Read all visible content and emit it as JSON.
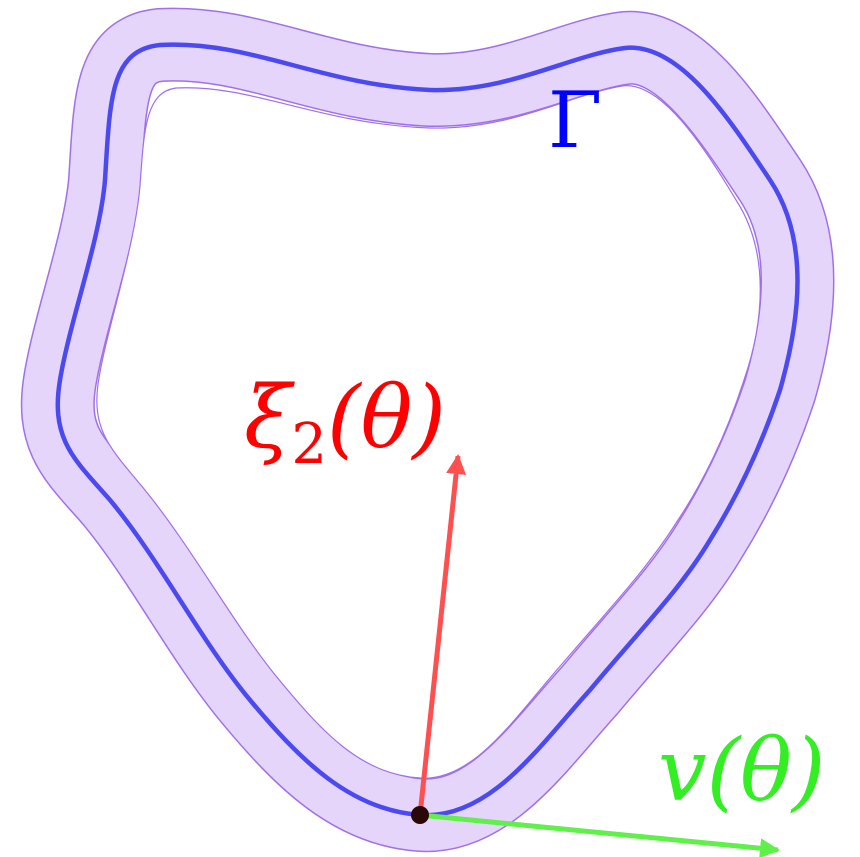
{
  "curve": {
    "label": "Γ",
    "line_color": "#4a4af0",
    "band_fill": "#e6d5fb",
    "band_edge": "#a070e8",
    "label_color": "#0000ff"
  },
  "normal_vector": {
    "label_main": "ξ",
    "label_sub": "2",
    "label_arg": "(θ)",
    "color": "#ff4f4f",
    "label_color": "#ff0000"
  },
  "tangent_vector": {
    "label_main": "v",
    "label_arg": "(θ)",
    "color": "#5ff04a",
    "label_color": "#33ee22"
  },
  "base_point": {
    "color": "#2a0808"
  }
}
